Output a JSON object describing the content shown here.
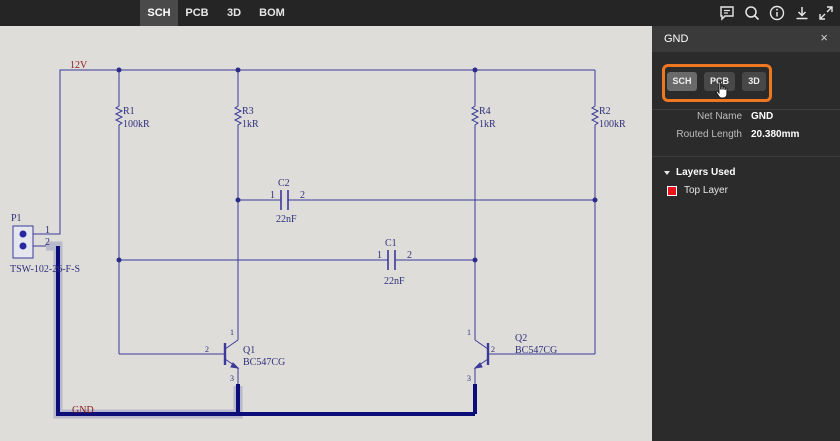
{
  "topbar": {
    "tabs": [
      {
        "label": "SCH",
        "active": true
      },
      {
        "label": "PCB",
        "active": false
      },
      {
        "label": "3D",
        "active": false
      },
      {
        "label": "BOM",
        "active": false
      }
    ],
    "icons": [
      "comment-icon",
      "search-icon",
      "info-icon",
      "download-icon",
      "expand-icon"
    ]
  },
  "schematic": {
    "net_12v": "12V",
    "net_gnd": "GND",
    "p1": {
      "ref": "P1",
      "value": "TSW-102-26-F-S",
      "pin1": "1",
      "pin2": "2"
    },
    "r1": {
      "ref": "R1",
      "value": "100kR"
    },
    "r2": {
      "ref": "R2",
      "value": "100kR"
    },
    "r3": {
      "ref": "R3",
      "value": "1kR"
    },
    "r4": {
      "ref": "R4",
      "value": "1kR"
    },
    "c1": {
      "ref": "C1",
      "value": "22nF",
      "pin1": "1",
      "pin2": "2"
    },
    "c2": {
      "ref": "C2",
      "value": "22nF",
      "pin1": "1",
      "pin2": "2"
    },
    "q1": {
      "ref": "Q1",
      "value": "BC547CG",
      "pin1": "1",
      "pin2": "2",
      "pin3": "3"
    },
    "q2": {
      "ref": "Q2",
      "value": "BC547CG",
      "pin1": "1",
      "pin2": "2",
      "pin3": "3"
    }
  },
  "panel": {
    "title": "GND",
    "close": "×",
    "view_buttons": [
      {
        "label": "SCH",
        "active": true
      },
      {
        "label": "PCB",
        "active": false
      },
      {
        "label": "3D",
        "active": false
      }
    ],
    "properties": [
      {
        "label": "Net Name",
        "value": "GND"
      },
      {
        "label": "Routed Length",
        "value": "20.380mm"
      }
    ],
    "layers_heading": "Layers Used",
    "layers": [
      {
        "name": "Top Layer",
        "color": "#e8141c"
      }
    ]
  },
  "colors": {
    "wire": "#3b3a9a",
    "highlight": "#0d0d7a",
    "accent": "#ee7722",
    "label": "#8b1a1a",
    "text": "#2f2f7a"
  }
}
